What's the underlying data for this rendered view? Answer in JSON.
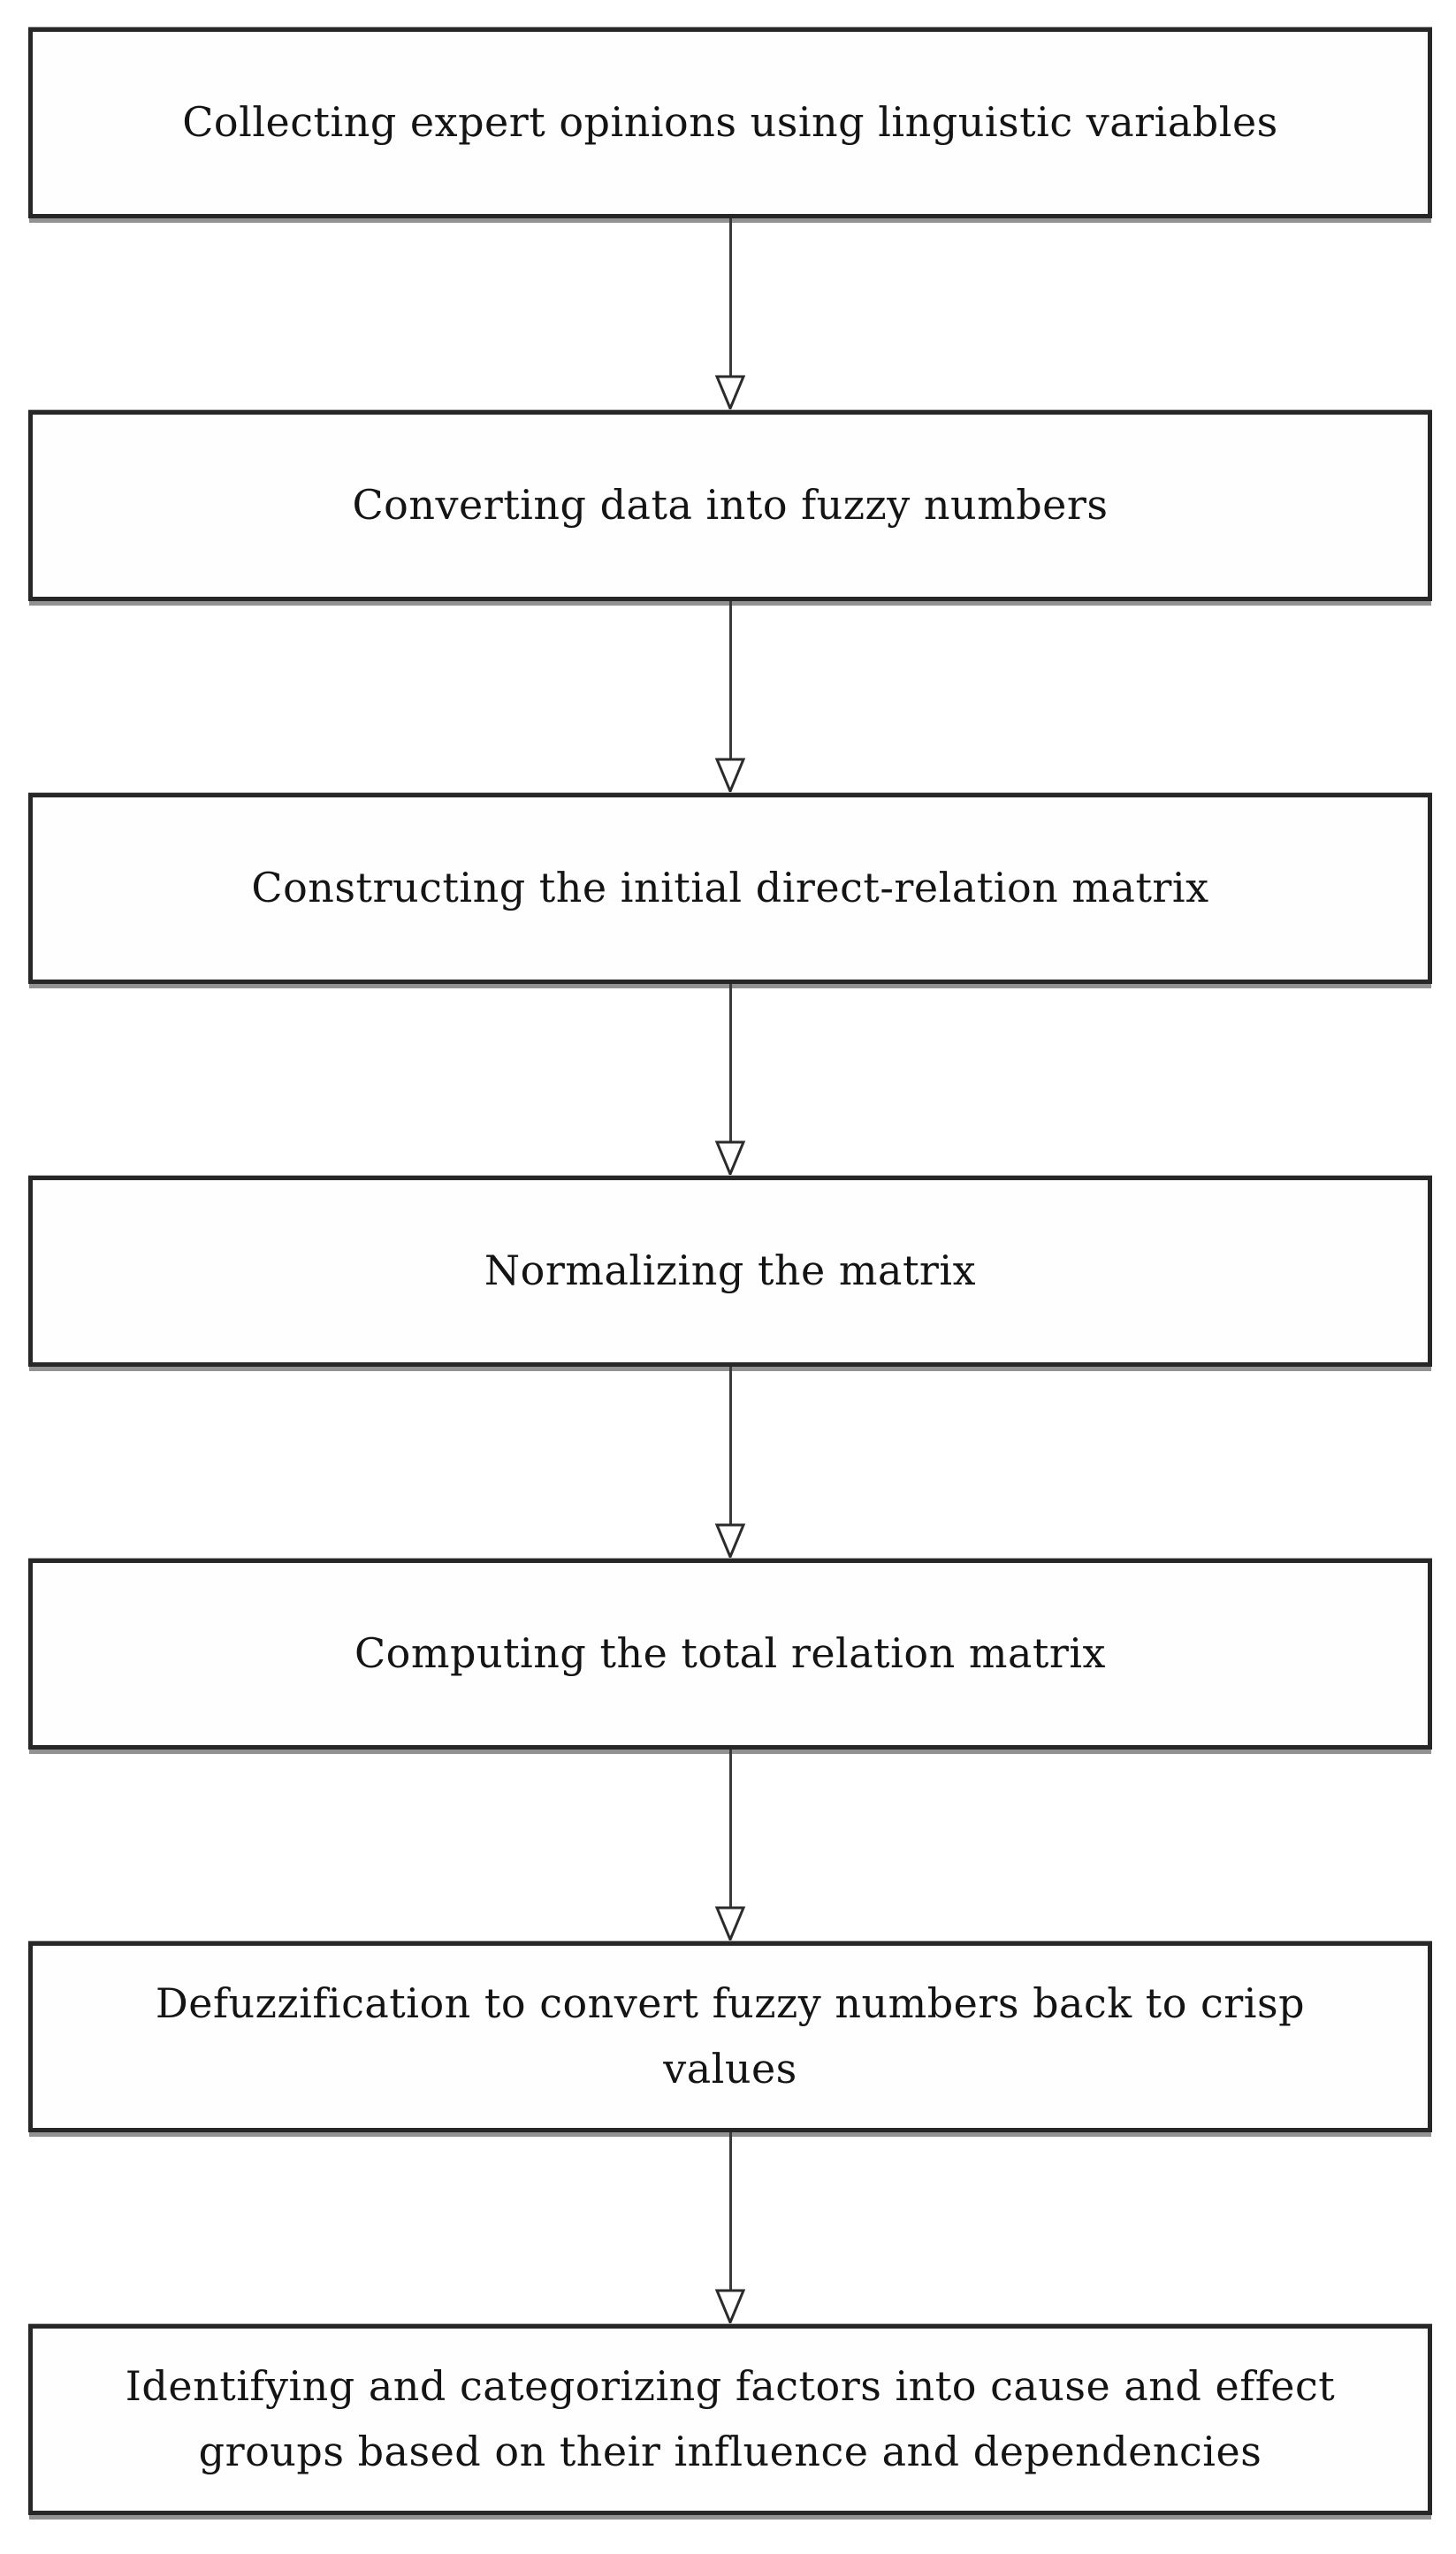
{
  "diagram": {
    "type": "flowchart",
    "direction": "top-down",
    "nodes": [
      {
        "label": "Collecting expert opinions using linguistic variables"
      },
      {
        "label": "Converting data into fuzzy numbers"
      },
      {
        "label": "Constructing the initial direct-relation matrix"
      },
      {
        "label": "Normalizing the matrix"
      },
      {
        "label": "Computing the total relation matrix"
      },
      {
        "label": "Defuzzification to convert fuzzy numbers back to crisp\nvalues"
      },
      {
        "label": "Identifying and categorizing factors into cause and effect\ngroups based on their influence and dependencies"
      }
    ],
    "edges": [
      {
        "from": 0,
        "to": 1
      },
      {
        "from": 1,
        "to": 2
      },
      {
        "from": 2,
        "to": 3
      },
      {
        "from": 3,
        "to": 4
      },
      {
        "from": 4,
        "to": 5
      },
      {
        "from": 5,
        "to": 6
      }
    ],
    "arrow_style": "open-triangle-down",
    "colors": {
      "background": "#ffffff",
      "box_fill": "#fefefe",
      "box_border": "#272727",
      "box_shadow": "#929292",
      "text": "#141414",
      "arrow_line": "#3a3a3a"
    }
  }
}
